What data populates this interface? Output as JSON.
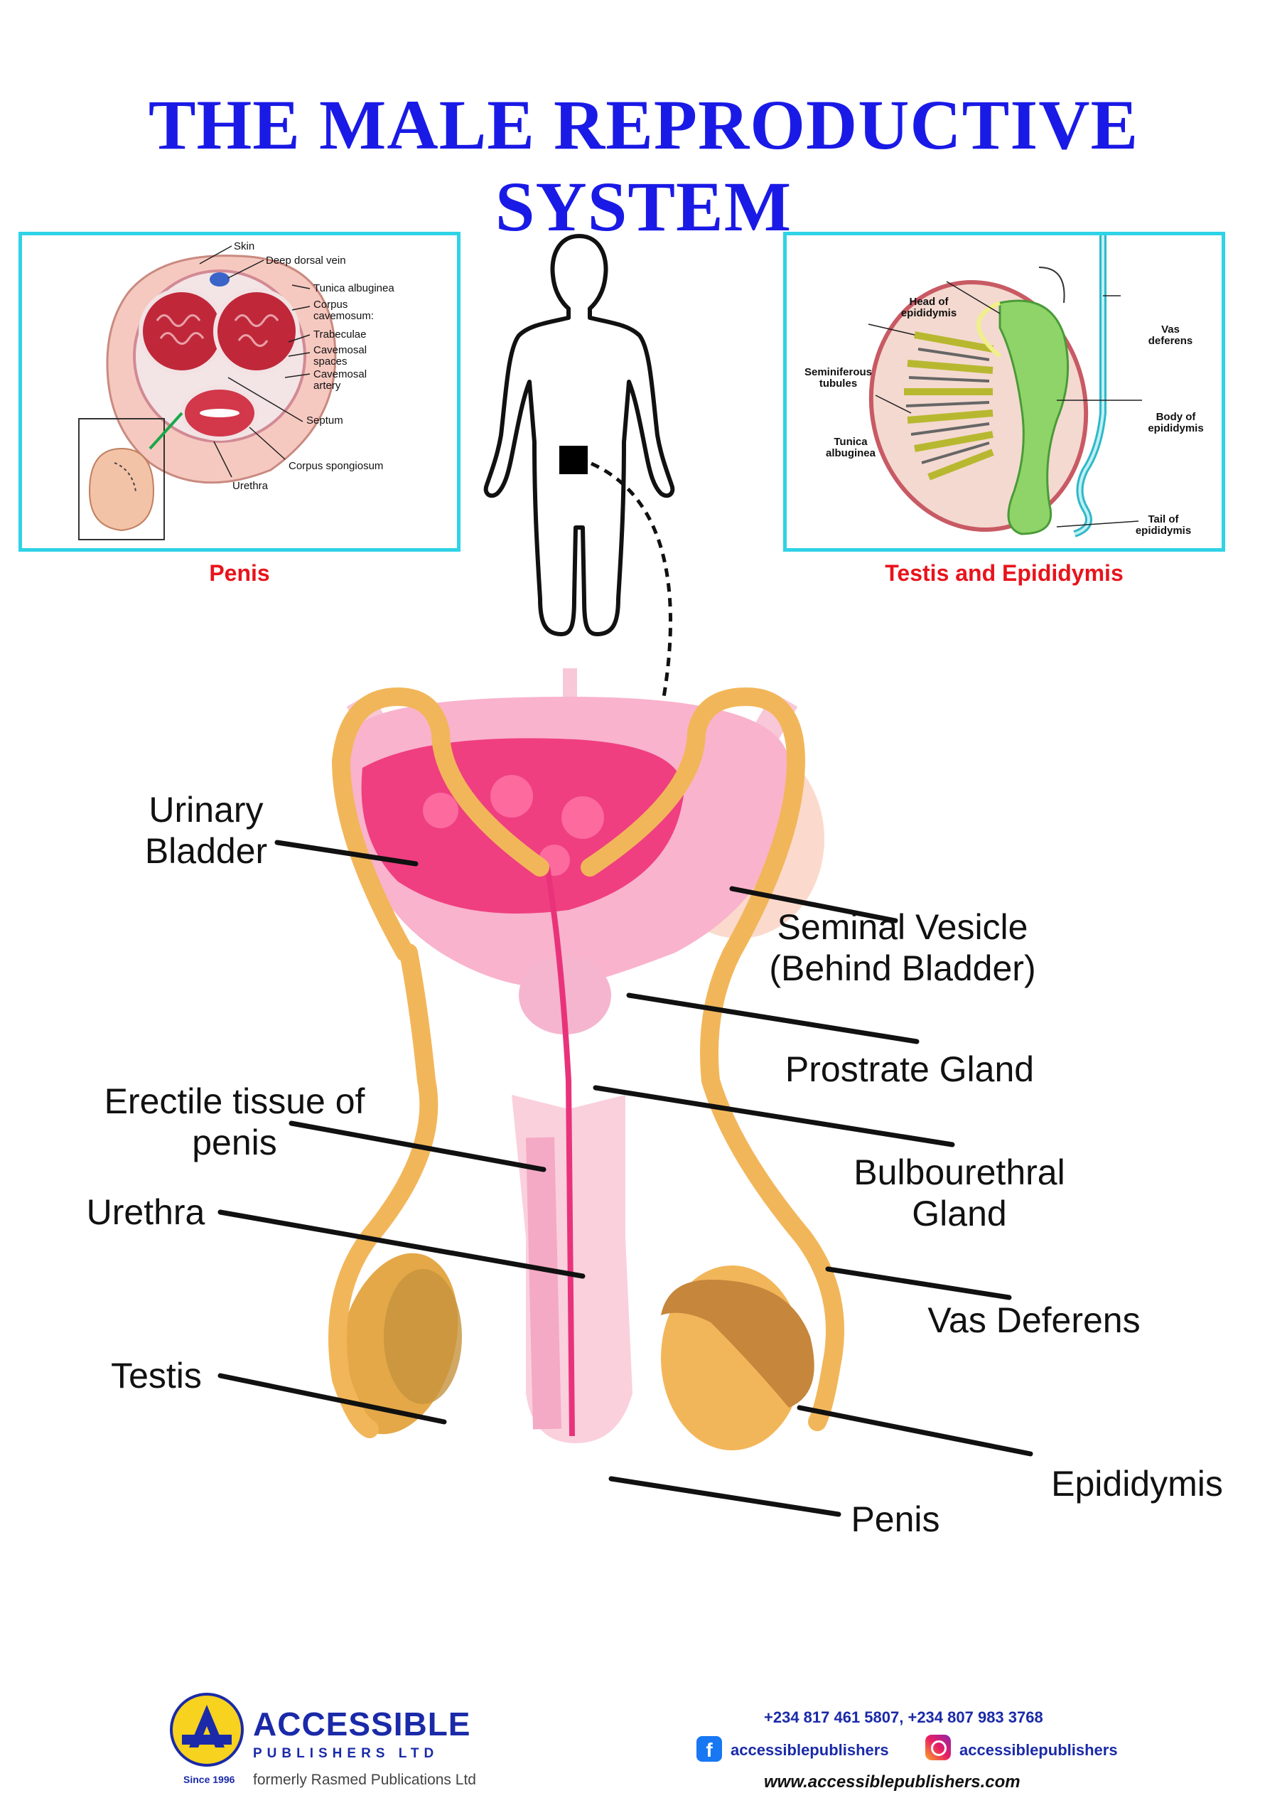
{
  "title": "THE MALE REPRODUCTIVE SYSTEM",
  "insets": {
    "penis": {
      "caption": "Penis",
      "labels": {
        "skin": "Skin",
        "deep_dorsal_vein": "Deep dorsal vein",
        "tunica_albuginea": "Tunica albuginea",
        "corpus_cavernosum": "Corpus cavemosum:",
        "trabeculae": "Trabeculae",
        "cavernosal_spaces": "Cavemosal spaces",
        "cavernosal_artery": "Cavemosal artery",
        "septum": "Septum",
        "corpus_spongiosum": "Corpus spongiosum",
        "urethra": "Urethra"
      }
    },
    "testis": {
      "caption": "Testis and Epididymis",
      "labels": {
        "head_of_epididymis": "Head of epididymis",
        "seminiferous_tubules": "Seminiferous tubules",
        "tunica_albuginea": "Tunica albuginea",
        "vas_deferens": "Vas deferens",
        "body_of_epididymis": "Body of epididymis",
        "tail_of_epididymis": "Tail of epididymis"
      }
    }
  },
  "main_labels": {
    "urinary_bladder": "Urinary Bladder",
    "seminal_vesicle": "Seminal Vesicle (Behind Bladder)",
    "prostate_gland": "Prostrate Gland",
    "erectile_tissue": "Erectile tissue of penis",
    "bulbourethral_gland": "Bulbourethral Gland",
    "urethra": "Urethra",
    "vas_deferens": "Vas Deferens",
    "testis": "Testis",
    "epididymis": "Epididymis",
    "penis": "Penis"
  },
  "footer": {
    "brand_name": "ACCESSIBLE",
    "brand_sub": "PUBLISHERS LTD",
    "since": "Since 1996",
    "formerly": "formerly Rasmed Publications Ltd",
    "phones": "+234 817 461 5807, +234 807 983 3768",
    "facebook": "accessiblepublishers",
    "instagram": "accessiblepublishers",
    "website": "www.accessiblepublishers.com"
  },
  "colors": {
    "title": "#1a1ae6",
    "inset_border": "#2fd3e6",
    "caption": "#e8141c",
    "duct": "#f2b65a",
    "bladder": "#f55a94",
    "brand": "#1a2aa8"
  }
}
